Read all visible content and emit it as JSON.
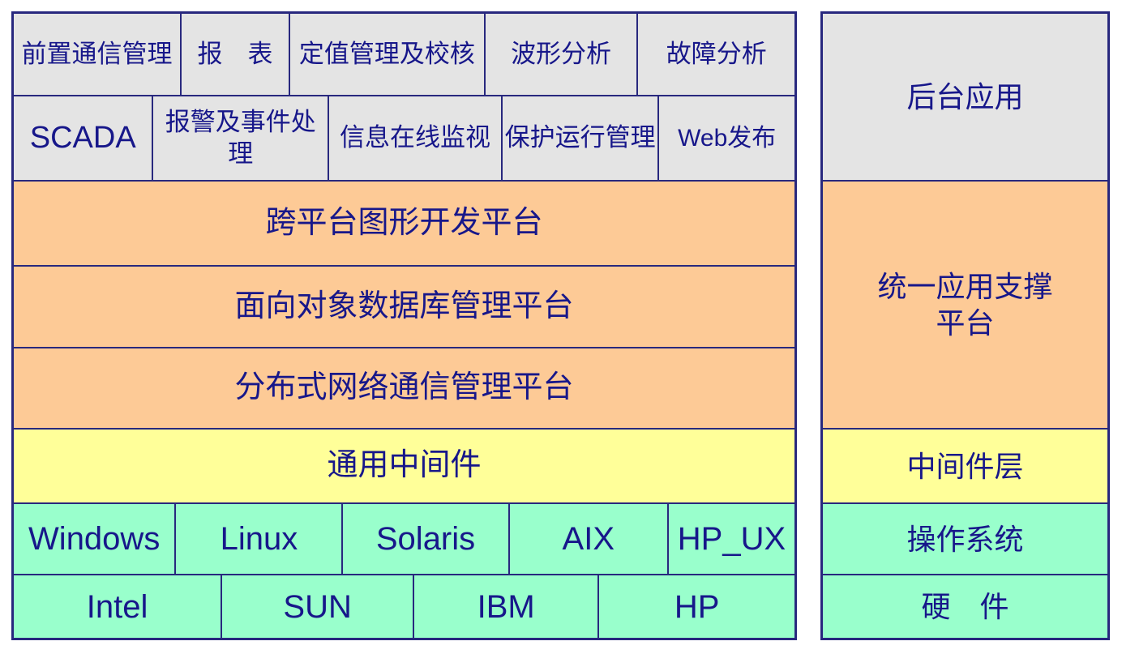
{
  "left": {
    "row1": [
      "前置通信管理",
      "报　表",
      "定值管理及校核",
      "波形分析",
      "故障分析"
    ],
    "row2": [
      "SCADA",
      "报警及事件处理",
      "信息在线监视",
      "保护运行管理",
      "Web发布"
    ],
    "platforms": [
      "跨平台图形开发平台",
      "面向对象数据库管理平台",
      "分布式网络通信管理平台"
    ],
    "middleware": "通用中间件",
    "os": [
      "Windows",
      "Linux",
      "Solaris",
      "AIX",
      "HP_UX"
    ],
    "hardware": [
      "Intel",
      "SUN",
      "IBM",
      "HP"
    ]
  },
  "right": {
    "backend": "后台应用",
    "platform_lines": [
      "统一应用支撑",
      "平台"
    ],
    "middleware": "中间件层",
    "os": "操作系统",
    "hardware": "硬　件"
  },
  "colors": {
    "gray": "#e4e4e4",
    "orange": "#fdca96",
    "yellow": "#ffff99",
    "green": "#99ffcc",
    "border": "#28287e",
    "text": "#17178a",
    "background": "#ffffff"
  }
}
